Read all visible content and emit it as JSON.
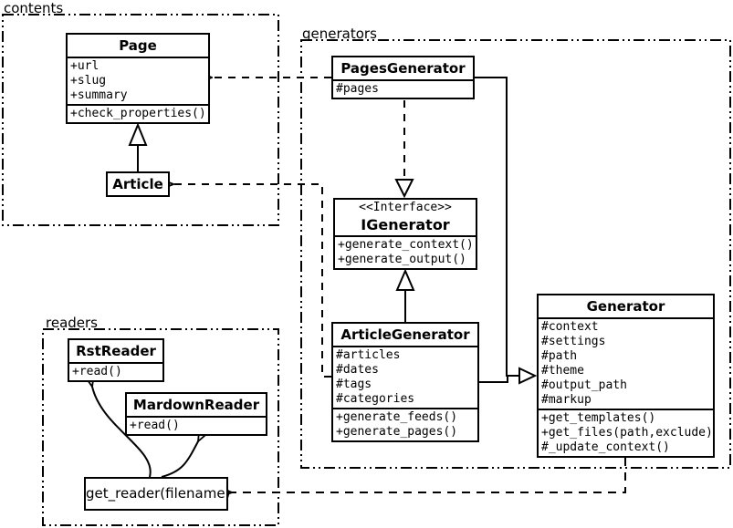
{
  "packages": {
    "contents": {
      "label": "contents"
    },
    "generators": {
      "label": "generators"
    },
    "readers": {
      "label": "readers"
    }
  },
  "classes": {
    "page": {
      "title": "Page",
      "attributes": [
        "+url",
        "+slug",
        "+summary"
      ],
      "methods": [
        "+check_properties()"
      ]
    },
    "article": {
      "title": "Article"
    },
    "pages_generator": {
      "title": "PagesGenerator",
      "attributes": [
        "#pages"
      ]
    },
    "igenerator": {
      "stereotype": "<<Interface>>",
      "title": "IGenerator",
      "methods": [
        "+generate_context()",
        "+generate_output()"
      ]
    },
    "article_generator": {
      "title": "ArticleGenerator",
      "attributes": [
        "#articles",
        "#dates",
        "#tags",
        "#categories"
      ],
      "methods": [
        "+generate_feeds()",
        "+generate_pages()"
      ]
    },
    "generator": {
      "title": "Generator",
      "attributes": [
        "#context",
        "#settings",
        "#path",
        "#theme",
        "#output_path",
        "#markup"
      ],
      "methods": [
        "+get_templates()",
        "+get_files(path,exclude)",
        "#_update_context()"
      ]
    },
    "rst_reader": {
      "title": "RstReader",
      "methods": [
        "+read()"
      ]
    },
    "mardown_reader": {
      "title": "MardownReader",
      "methods": [
        "+read()"
      ]
    },
    "get_reader": {
      "label": "get_reader(filename)"
    }
  },
  "relationships": [
    {
      "type": "generalization",
      "from": "Article",
      "to": "Page"
    },
    {
      "type": "generalization",
      "from": "ArticleGenerator",
      "to": "IGenerator"
    },
    {
      "type": "generalization",
      "from": "PagesGenerator",
      "to": "Generator"
    },
    {
      "type": "generalization",
      "from": "ArticleGenerator",
      "to": "Generator"
    },
    {
      "type": "realization",
      "from": "PagesGenerator",
      "to": "IGenerator"
    },
    {
      "type": "dependency",
      "from": "PagesGenerator",
      "to": "Page"
    },
    {
      "type": "dependency",
      "from": "ArticleGenerator",
      "to": "Article"
    },
    {
      "type": "dependency",
      "from": "Generator",
      "to": "get_reader(filename)"
    },
    {
      "type": "call",
      "from": "get_reader(filename)",
      "to": "RstReader"
    },
    {
      "type": "call",
      "from": "get_reader(filename)",
      "to": "MardownReader"
    }
  ],
  "colors": {
    "line": "#000000",
    "background": "#ffffff"
  }
}
